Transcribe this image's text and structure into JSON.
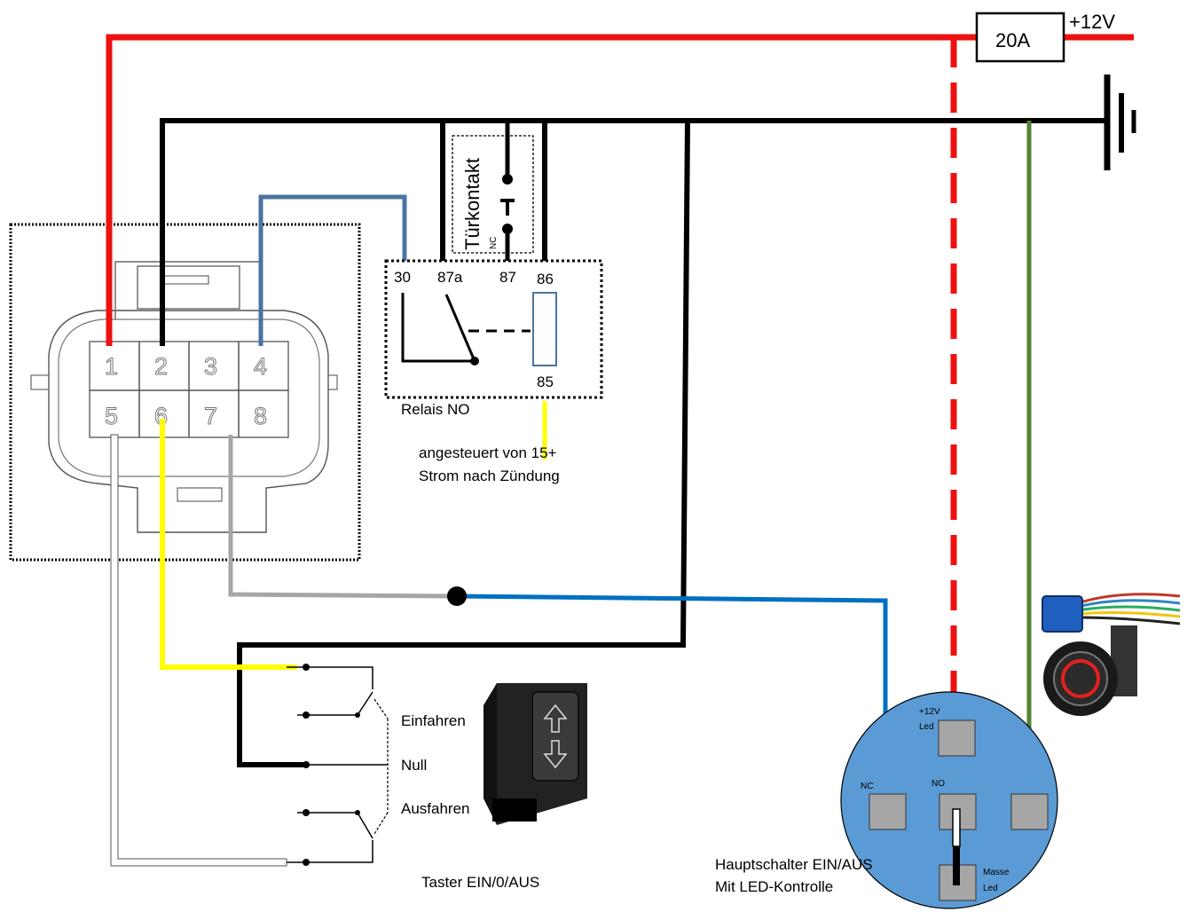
{
  "fuse": {
    "label": "20A",
    "supply": "+12V"
  },
  "connector": {
    "pins_top": [
      "1",
      "2",
      "3",
      "4"
    ],
    "pins_bottom": [
      "5",
      "6",
      "7",
      "8"
    ]
  },
  "relay": {
    "terminals": {
      "t30": "30",
      "t87a": "87a",
      "t87": "87",
      "t86": "86",
      "t85": "85"
    },
    "label": "Relais NO",
    "control_line1": "angesteuert von 15+",
    "control_line2": "Strom nach Zündung"
  },
  "door_contact": {
    "label": "Türkontakt",
    "type": "NC"
  },
  "rocker": {
    "labels": {
      "in": "Einfahren",
      "null": "Null",
      "out": "Ausfahren"
    },
    "title": "Taster EIN/0/AUS"
  },
  "main_switch": {
    "pins": {
      "led_plus_1": "+12V",
      "led_plus_2": "Led",
      "nc": "NC",
      "no": "NO",
      "masse_1": "Masse",
      "masse_2": "Led"
    },
    "title_line1": "Hauptschalter EIN/AUS",
    "title_line2": "Mit LED-Kontrolle"
  },
  "colors": {
    "plus12v": "#ee1111",
    "ground": "#000000",
    "steel_blue": "#4a74a0",
    "blue": "#0070c0",
    "yellow": "#ffff00",
    "grey": "#a6a6a6",
    "green": "#548235",
    "switch_body": "#5b9bd5"
  }
}
